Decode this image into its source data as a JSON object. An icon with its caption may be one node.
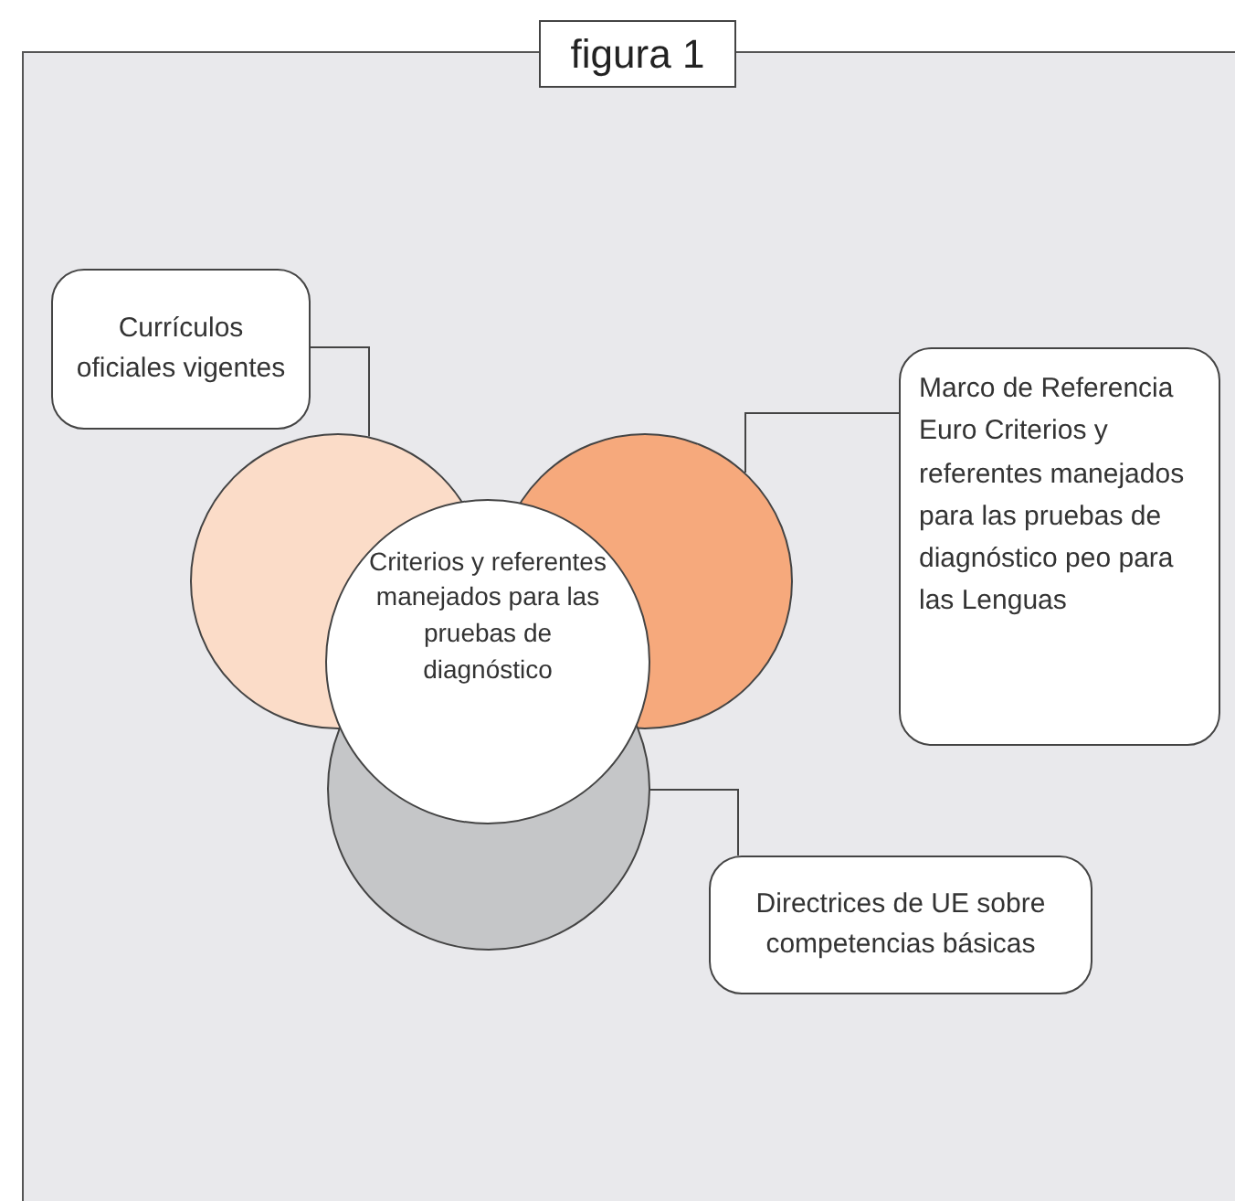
{
  "diagram": {
    "title": "figura 1",
    "nodes": [
      {
        "text": [
          "Currículos oficiales vigentes"
        ]
      },
      {
        "text": [],
        "shape": "circle"
      },
      {
        "text": [],
        "shape": "circle"
      },
      {
        "text": [],
        "shape": "circle"
      },
      {
        "text": [
          "Criterios y referentes manejados para las pruebas de diagnóstico"
        ]
      },
      {
        "text": [
          "Marco de Referencia Euro Criterios y referentes manejados para las pruebas de diagnóstico peo para las Lenguas"
        ]
      },
      {
        "text": [
          "Directrices de UE sobre competencias básicas"
        ]
      }
    ],
    "edges": [
      {
        "from": 0,
        "to": 1,
        "arrow": "none"
      },
      {
        "from": 5,
        "to": 2,
        "arrow": "none"
      },
      {
        "from": 6,
        "to": 3,
        "arrow": "none"
      }
    ]
  }
}
